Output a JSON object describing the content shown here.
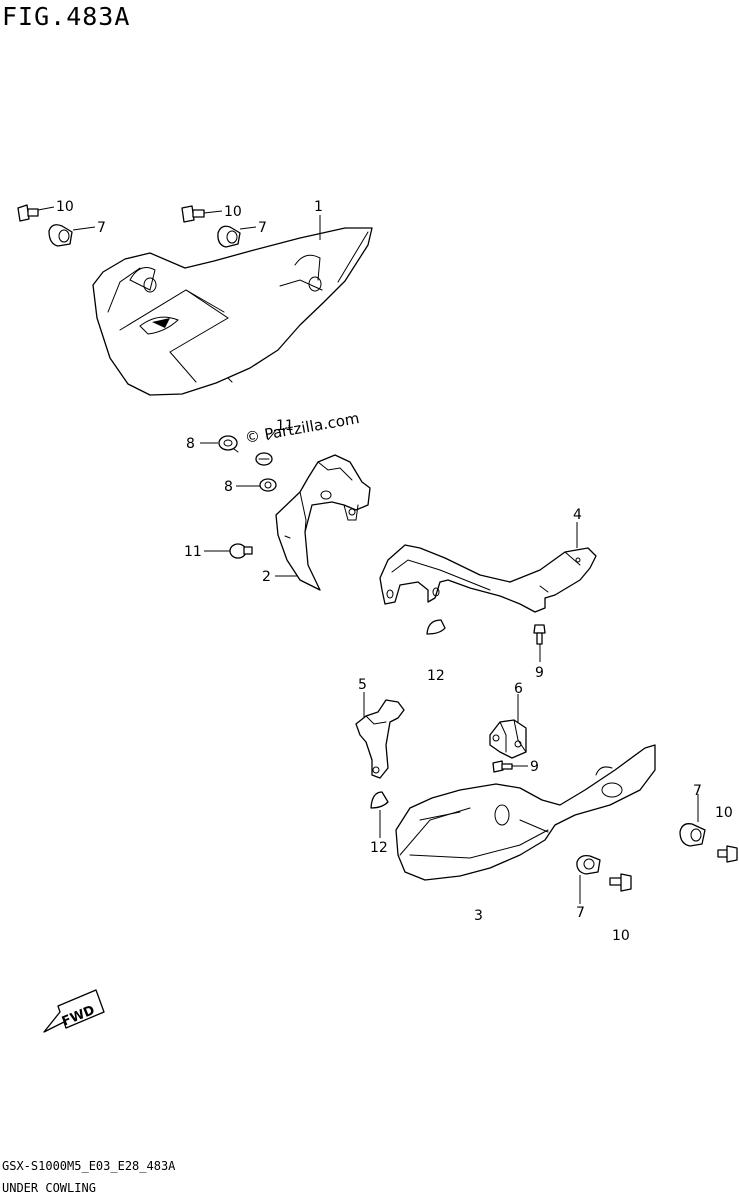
{
  "figure": {
    "title": "FIG.483A",
    "watermark": "© Partzilla.com",
    "fwd_label": "FWD",
    "code": "GSX-S1000M5_E03_E28_483A",
    "name": "UNDER COWLING"
  },
  "callouts": {
    "c1": "1",
    "c2": "2",
    "c3": "3",
    "c4": "4",
    "c5": "5",
    "c6": "6",
    "c7a": "7",
    "c7b": "7",
    "c7c": "7",
    "c7d": "7",
    "c8a": "8",
    "c8b": "8",
    "c9a": "9",
    "c9b": "9",
    "c10a": "10",
    "c10b": "10",
    "c10c": "10",
    "c10d": "10",
    "c11a": "11",
    "c11b": "11",
    "c12a": "12",
    "c12b": "12"
  }
}
